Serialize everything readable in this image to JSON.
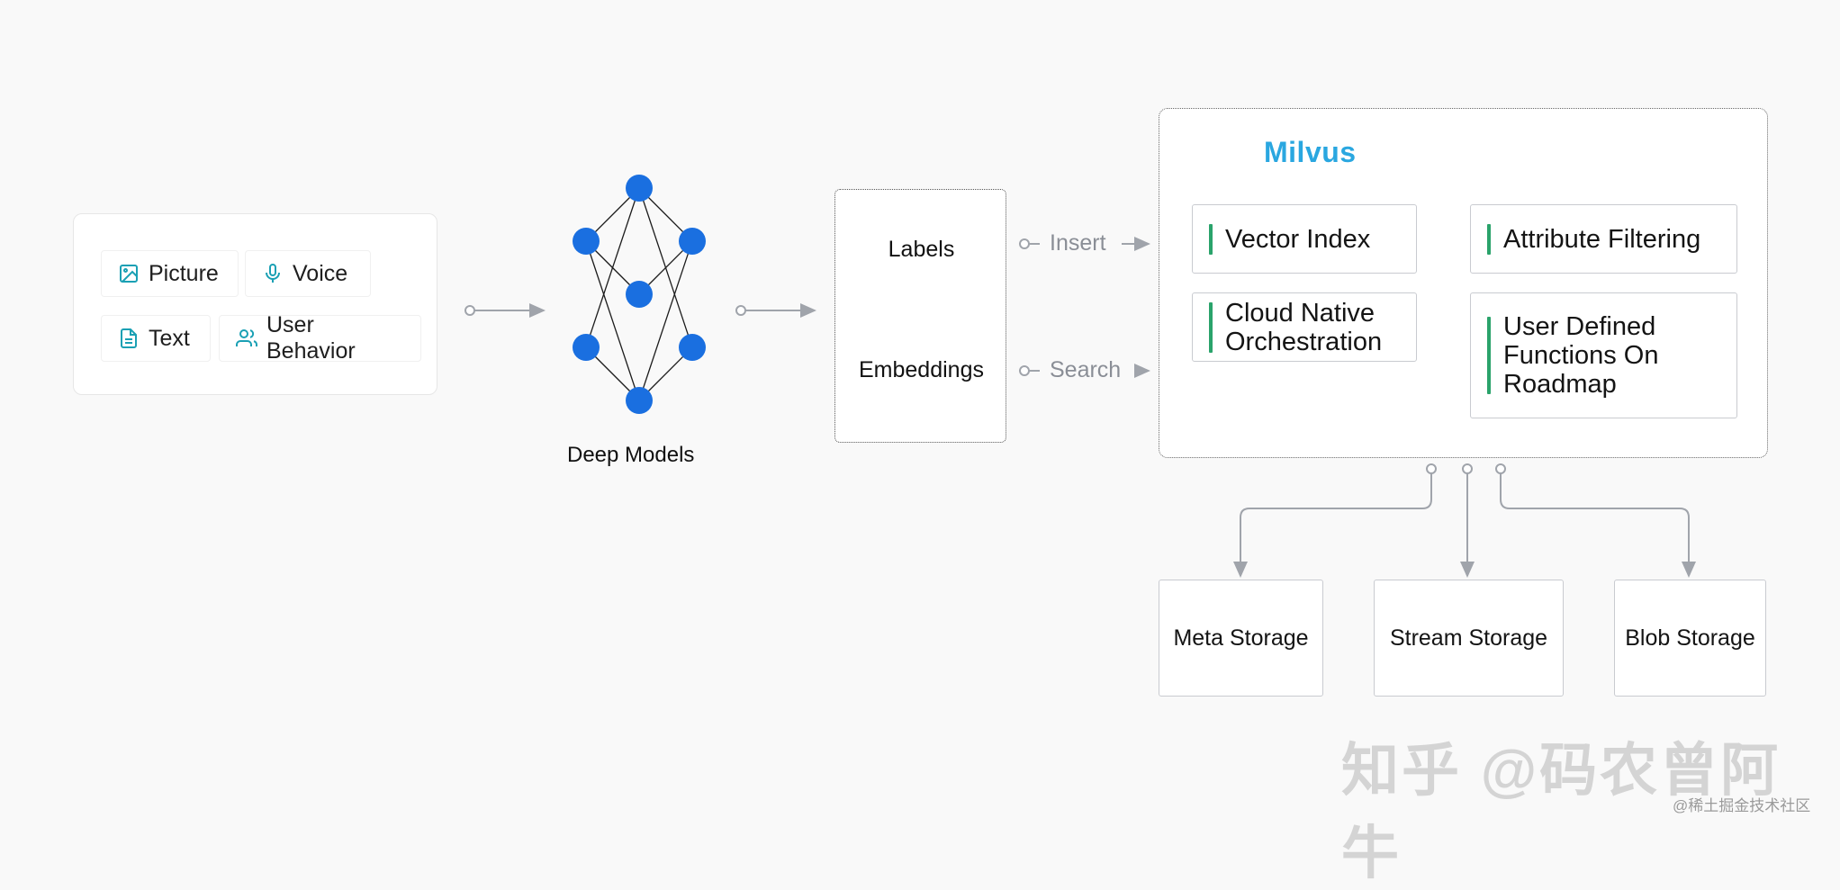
{
  "inputs": {
    "picture": "Picture",
    "voice": "Voice",
    "text": "Text",
    "user_behavior": "User Behavior"
  },
  "model": {
    "label": "Deep Models"
  },
  "vectors": {
    "labels": "Labels",
    "embeddings": "Embeddings"
  },
  "flows": {
    "insert": "Insert",
    "search": "Search"
  },
  "milvus": {
    "brand": "Milvus",
    "features": {
      "vector_index": "Vector Index",
      "attribute_filtering": "Attribute Filtering",
      "cloud_native_line1": "Cloud Native",
      "cloud_native_line2": "Orchestration",
      "udf_line1": "User Defined",
      "udf_line2": "Functions On",
      "udf_line3": "Roadmap"
    }
  },
  "storage": {
    "meta": "Meta Storage",
    "stream": "Stream Storage",
    "blob": "Blob Storage"
  },
  "watermark": "知乎 @码农曾阿牛",
  "footer_note": "@稀土掘金技术社区",
  "colors": {
    "background": "#f9f9f9",
    "node_blue": "#1a6fe0",
    "icon_teal": "#1aa0b4",
    "brand_blue": "#2aa7e0",
    "accent_green": "#2aa36b",
    "connector_gray": "#a0a4ab"
  }
}
